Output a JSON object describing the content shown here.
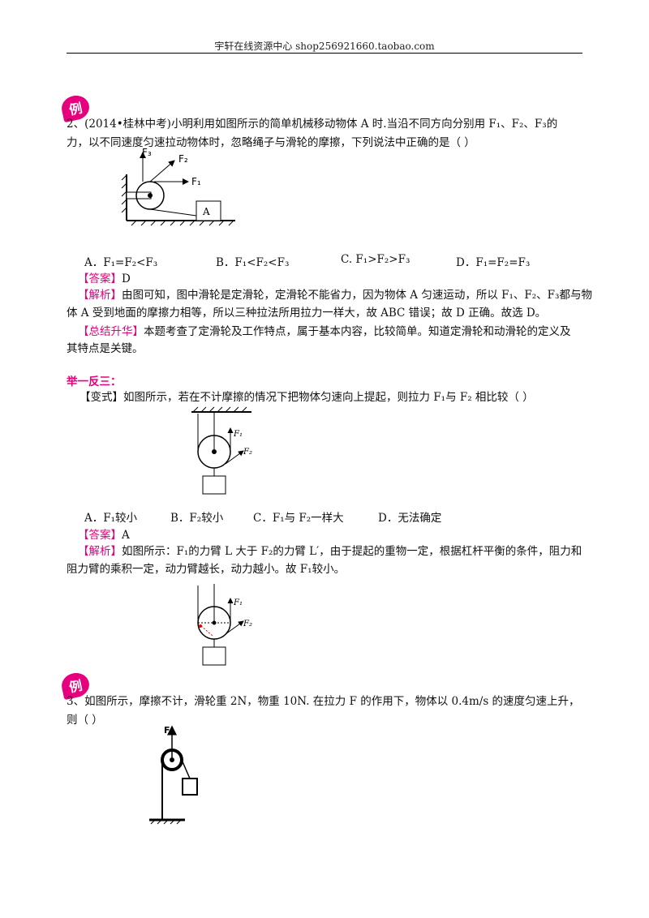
{
  "header": {
    "text": "宇轩在线资源中心   shop256921660.taobao.com"
  },
  "badge_glyph": "例",
  "q2": {
    "line1": "2、(2014•桂林中考)小明利用如图所示的简单机械移动物体 A 时.当沿不同方向分别用 F₁、F₂、F₃的",
    "line2": "力，以不同速度匀速拉动物体时，忽略绳子与滑轮的摩擦，下列说法中正确的是（      ）",
    "fig": {
      "f3": "F₃",
      "f2": "F₂",
      "f1": "F₁",
      "block": "A"
    },
    "options": [
      "A．F₁=F₂<F₃",
      "B．F₁<F₂<F₃",
      "C. F₁>F₂>F₃",
      "D．F₁=F₂=F₃"
    ],
    "answer_tag": "【答案】",
    "answer": "D",
    "analysis_tag": "【解析】",
    "analysis_1": "由图可知，图中滑轮是定滑轮，定滑轮不能省力，因为物体 A 匀速运动，所以 F₁、F₂、F₃都与物",
    "analysis_2": "体 A 受到地面的摩擦力相等，所以三种拉法所用拉力一样大，故 ABC 错误；故 D 正确。故选 D。",
    "summary_tag": "【总结升华】",
    "summary_1": "本题考查了定滑轮及工作特点，属于基本内容，比较简单。知道定滑轮和动滑轮的定义及",
    "summary_2": "其特点是关键。"
  },
  "variant": {
    "heading": "举一反三：",
    "text": "【变式】如图所示，若在不计摩擦的情况下把物体匀速向上提起，则拉力 F₁与 F₂ 相比较（      ）",
    "fig": {
      "f1": "F₁",
      "f2": "F₂"
    },
    "options": [
      "A．F₁较小",
      "B．F₂较小",
      "C．F₁与 F₂一样大",
      "D．无法确定"
    ],
    "answer_tag": "【答案】",
    "answer": "A",
    "analysis_tag": "【解析】",
    "analysis_1": "如图所示：F₁的力臂 L 大于 F₂的力臂 L′，由于提起的重物一定，根据杠杆平衡的条件，阻力和",
    "analysis_2": "阻力臂的乘积一定，动力臂越长，动力越小。故 F₁较小。"
  },
  "q3": {
    "line1": "3、如图所示，摩擦不计，滑轮重 2N，物重 10N. 在拉力 F 的作用下，物体以 0.4m/s 的速度匀速上升，",
    "line2": "则（      ）",
    "fig": {
      "f": "F"
    }
  }
}
